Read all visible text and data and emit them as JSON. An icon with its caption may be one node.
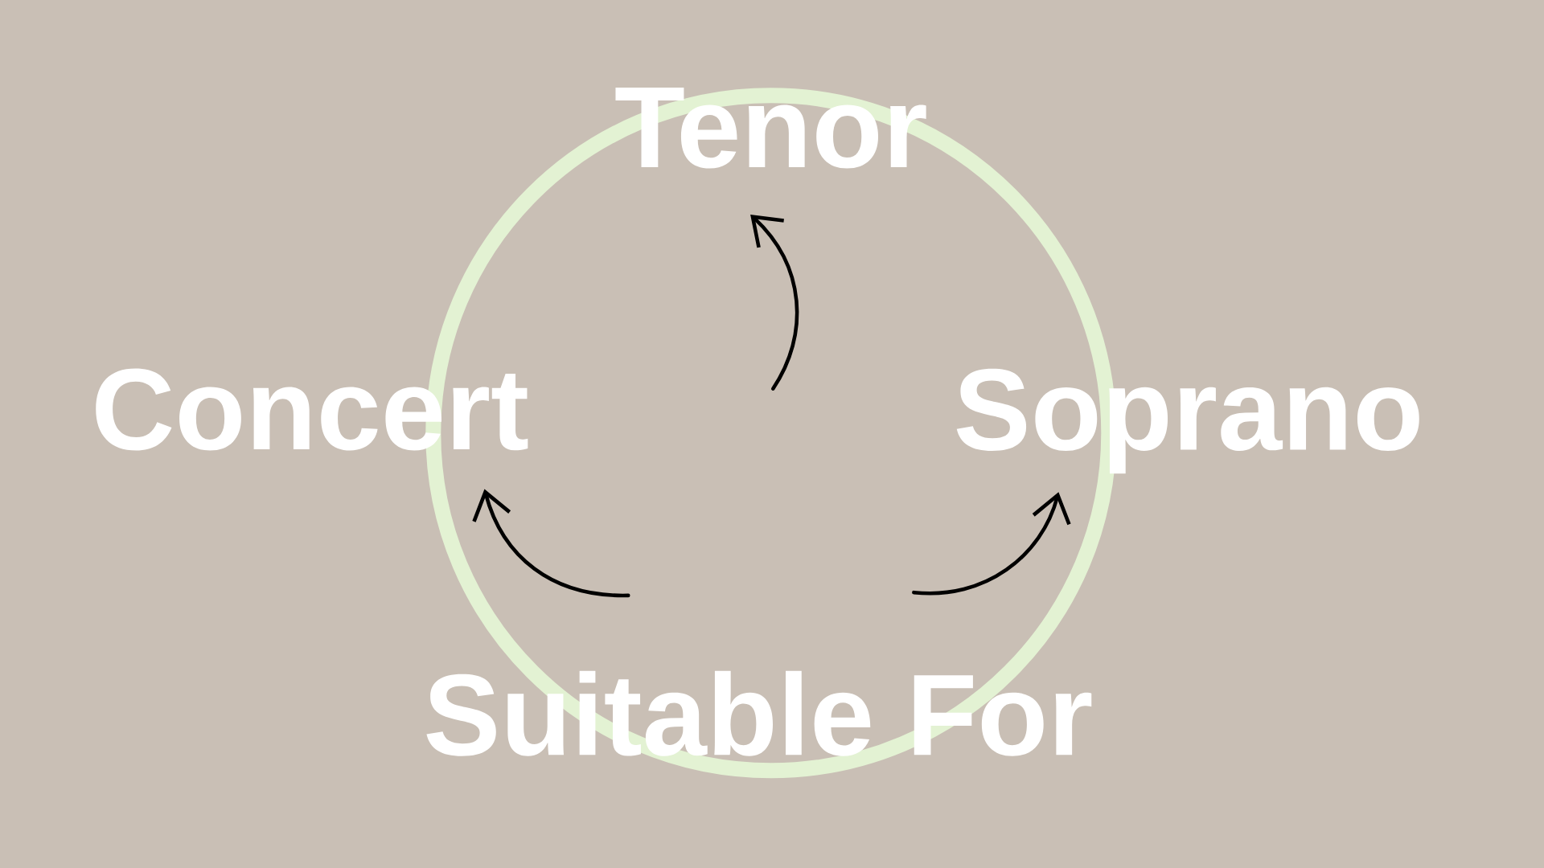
{
  "diagram": {
    "nodes": [
      {
        "text": [
          "Suitable For"
        ]
      },
      {
        "text": [
          "Concert"
        ]
      },
      {
        "text": [
          "Tenor"
        ]
      },
      {
        "text": [
          "Soprano"
        ]
      }
    ],
    "edges": [
      {
        "from": 0,
        "to": 1,
        "arrow": "to"
      },
      {
        "from": null,
        "to": 2,
        "arrow": "to"
      },
      {
        "from": 0,
        "to": 3,
        "arrow": "to"
      }
    ]
  }
}
